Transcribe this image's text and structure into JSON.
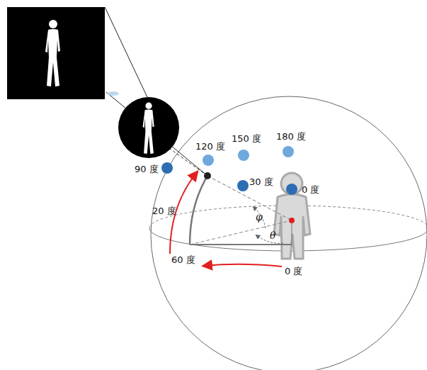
{
  "diagram": {
    "labels": [
      "120 度",
      "150 度",
      "180 度",
      "90 度",
      "30 度",
      "0 度",
      "φ",
      "θ",
      "20 度",
      "60 度",
      "0 度"
    ]
  }
}
